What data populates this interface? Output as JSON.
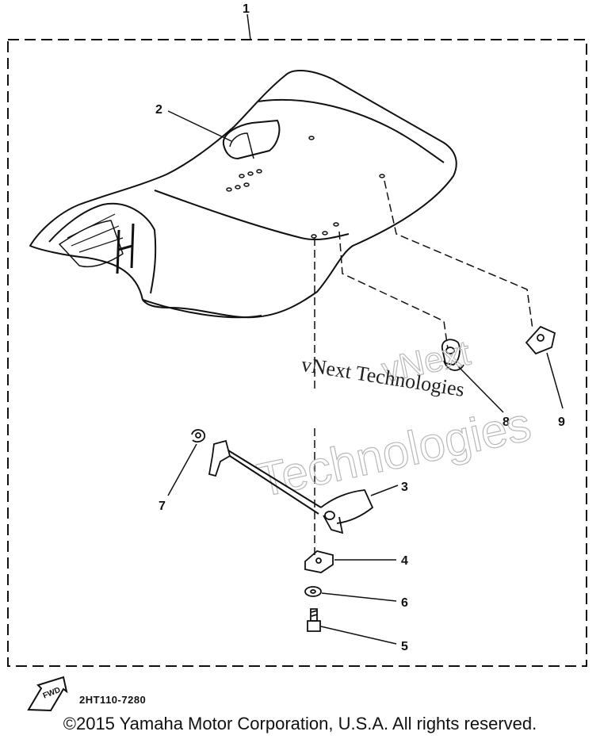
{
  "callouts": {
    "c1": "1",
    "c2": "2",
    "c3": "3",
    "c4": "4",
    "c5": "5",
    "c6": "6",
    "c7": "7",
    "c8": "8",
    "c9": "9"
  },
  "fwd_label": "FWD",
  "part_code": "2HT110-7280",
  "watermark": {
    "line_small": "vNext Technologies",
    "outline_top": "vNext",
    "outline_bottom": "Technologies"
  },
  "copyright": "©2015 Yamaha Motor Corporation, U.S.A. All rights reserved.",
  "colors": {
    "ink": "#111111",
    "watermark": "#b8b8b8",
    "background": "#ffffff"
  }
}
